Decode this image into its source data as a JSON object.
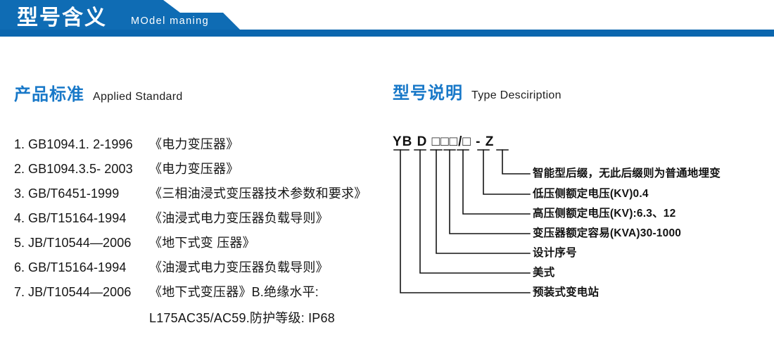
{
  "header": {
    "title_cn": "型号含义",
    "title_en": "MOdel maning",
    "bar_color": "#0b66ae",
    "block_color": "#0f6cb4"
  },
  "sections": {
    "standard": {
      "title_cn": "产品标准",
      "title_en": "Applied Standard",
      "accent_color": "#1878c8"
    },
    "type": {
      "title_cn": "型号说明",
      "title_en": "Type Desciription",
      "accent_color": "#1878c8"
    }
  },
  "standards": [
    {
      "index": "1.",
      "code": "GB1094.1. 2-1996",
      "name": "《电力变压器》"
    },
    {
      "index": "2.",
      "code": "GB1094.3.5- 2003",
      "name": "《电力变压器》"
    },
    {
      "index": "3.",
      "code": "GB/T6451-1999",
      "name": "《三相油浸式变压器技术参数和要求》"
    },
    {
      "index": "4.",
      "code": "GB/T15164-1994",
      "name": "《油浸式电力变压器负载导则》"
    },
    {
      "index": "5.",
      "code": "JB/T10544—2006",
      "name": "《地下式变 压器》"
    },
    {
      "index": "6.",
      "code": "GB/T15164-1994",
      "name": "《油漫式电力变压器负载导则》"
    },
    {
      "index": "7.",
      "code": "JB/T10544—2006",
      "name": "《地下式变压器》B.绝缘水平:"
    }
  ],
  "standards_continuation": "L175AC35/AC59.防护等级: IP68",
  "model_code": {
    "segments": [
      "YB",
      "D",
      "□",
      "□",
      "□",
      "/",
      "□",
      "-",
      "Z"
    ],
    "display": "YB D □□□/□ - Z"
  },
  "type_labels": [
    {
      "id": "suffix",
      "text": "智能型后缀，无此后缀则为普通地埋变"
    },
    {
      "id": "lv-voltage",
      "text": "低压侧额定电压(KV)0.4"
    },
    {
      "id": "hv-voltage",
      "text": "高压侧额定电压(KV):6.3、12"
    },
    {
      "id": "capacity",
      "text": "变压器额定容易(KVA)30-1000"
    },
    {
      "id": "design-serial",
      "text": "设计序号"
    },
    {
      "id": "american",
      "text": "美式"
    },
    {
      "id": "substation",
      "text": "预装式变电站"
    }
  ]
}
